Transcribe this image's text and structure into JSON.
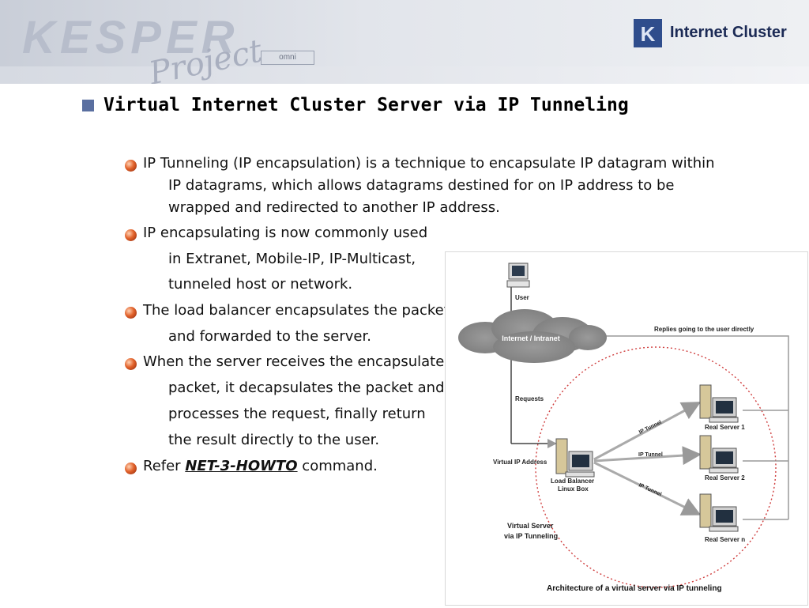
{
  "header": {
    "logo_text": "KESPER",
    "logo_sub": "Project",
    "logo_badge": "omni",
    "badge_letter": "K",
    "section_title": "Internet Cluster"
  },
  "slide": {
    "title": "Virtual Internet Cluster Server via IP Tunneling",
    "b1": [
      "IP Tunneling (IP encapsulation) is a technique to encapsulate IP datagram within",
      "IP datagrams, which allows datagrams destined for on IP address to be",
      "wrapped and redirected to another IP address."
    ],
    "b2": [
      "IP encapsulating is now commonly used",
      "in Extranet, Mobile-IP, IP-Multicast,",
      "tunneled host or network."
    ],
    "b3": [
      "The load balancer encapsulates the packet",
      "and forwarded to the server."
    ],
    "b4": [
      "When the server receives the encapsulated",
      "packet, it decapsulates the packet and",
      "processes the request, finally return",
      "the result directly to the user."
    ],
    "b5_prefix": "Refer ",
    "b5_cmd": "NET-3-HOWTO",
    "b5_suffix": " command."
  },
  "figure": {
    "user": "User",
    "cloud": "Internet / Intranet",
    "replies": "Replies going to the user directly",
    "requests": "Requests",
    "vip": "Virtual IP Address",
    "lb1": "Load Balancer",
    "lb2": "Linux Box",
    "tunnel1": "IP Tunnel",
    "tunnel2": "IP Tunnel",
    "tunnel3": "IP Tunnel",
    "rs1": "Real Server 1",
    "rs2": "Real Server 2",
    "rs3": "Real Server n",
    "vs1": "Virtual Server",
    "vs2": "via IP Tunneling",
    "caption": "Architecture of a virtual server via IP tunneling"
  }
}
